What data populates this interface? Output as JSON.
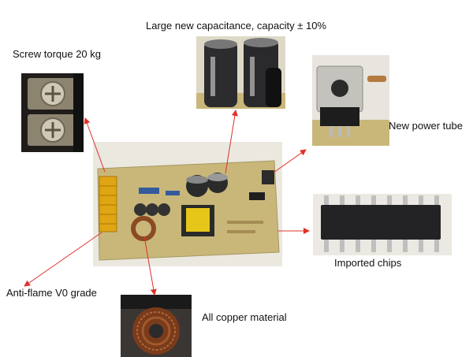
{
  "labels": {
    "capacitance": "Large new capacitance, capacity ± 10%",
    "screw": "Screw torque 20 kg",
    "power_tube": "New power tube",
    "chips": "Imported chips",
    "anti_flame": "Anti-flame V0 grade",
    "copper": "All copper material"
  },
  "colors": {
    "arrow": "#e0302a",
    "pcb": "#c9b77a",
    "background": "#ffffff"
  },
  "icons": [
    "screw-terminal-photo",
    "capacitor-photo",
    "power-tube-photo",
    "board-photo",
    "chip-photo",
    "inductor-photo"
  ]
}
